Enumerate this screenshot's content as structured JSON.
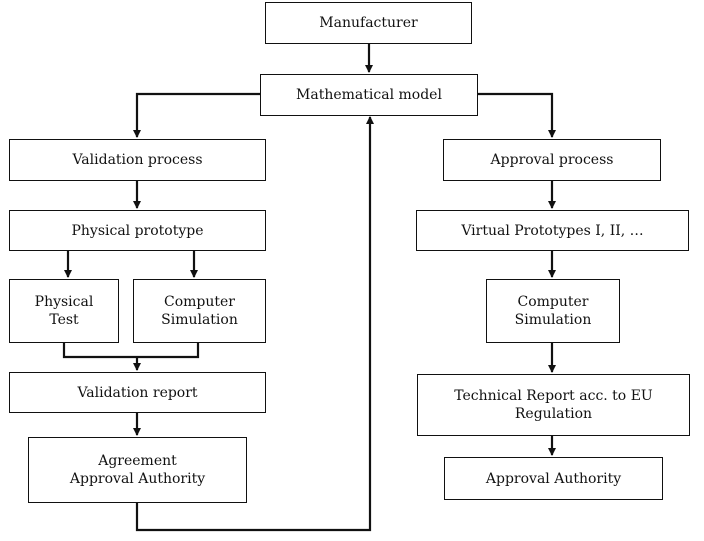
{
  "diagram": {
    "nodes": {
      "manufacturer": "Manufacturer",
      "math_model": "Mathematical model",
      "validation_process": "Validation process",
      "physical_prototype": "Physical prototype",
      "physical_test": "Physical\nTest",
      "computer_sim_left": "Computer\nSimulation",
      "validation_report": "Validation report",
      "agreement": "Agreement\nApproval Authority",
      "approval_process": "Approval process",
      "virtual_prototypes": "Virtual Prototypes I, II, …",
      "computer_sim_right": "Computer\nSimulation",
      "technical_report": "Technical Report acc. to EU\nRegulation",
      "approval_authority": "Approval Authority"
    }
  }
}
